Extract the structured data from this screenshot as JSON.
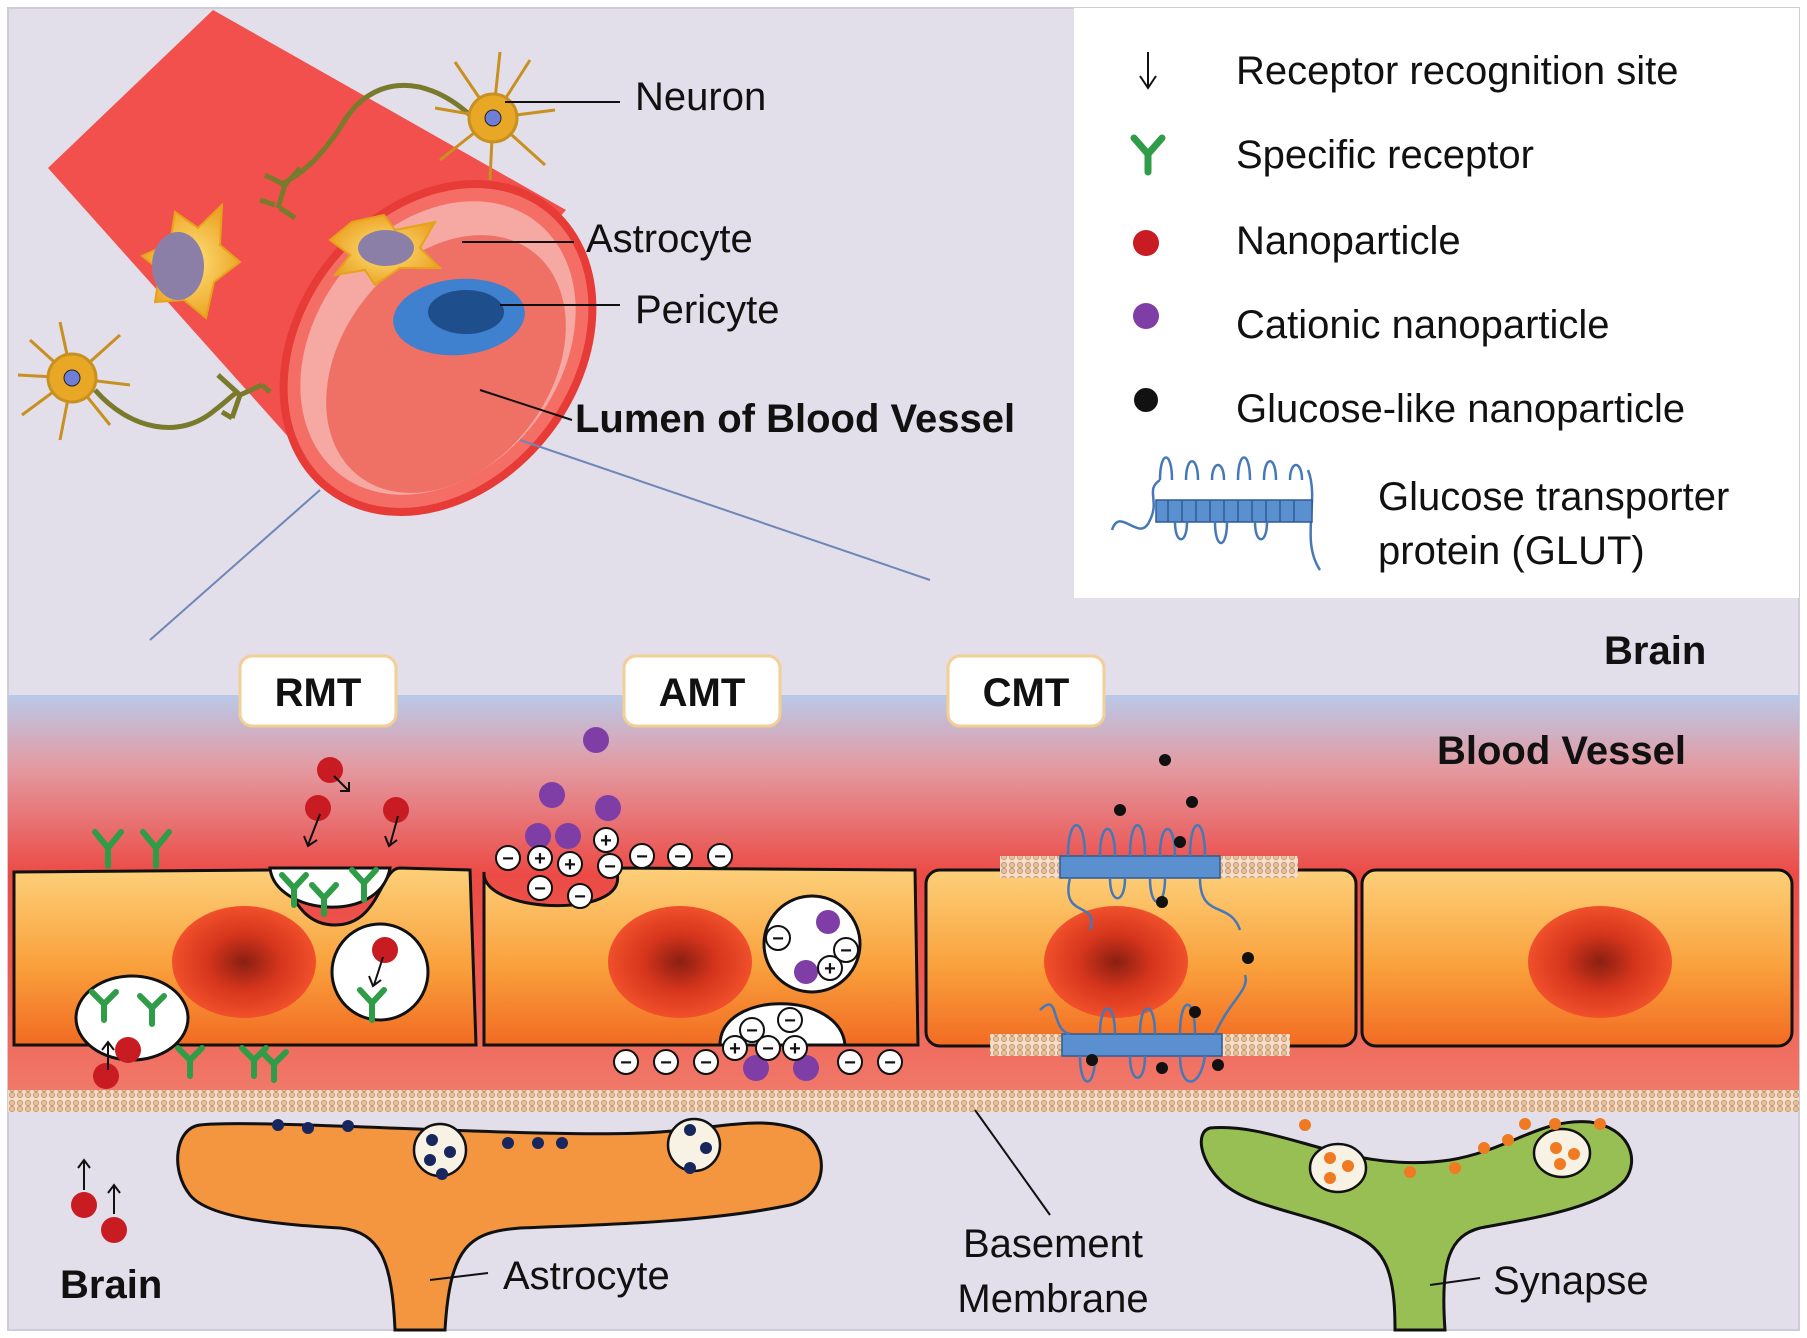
{
  "top_labels": {
    "neuron": "Neuron",
    "astrocyte": "Astrocyte",
    "pericyte": "Pericyte",
    "lumen": "Lumen of Blood Vessel"
  },
  "legend": {
    "receptor_site": "Receptor recognition site",
    "specific_receptor": "Specific receptor",
    "nanoparticle": "Nanoparticle",
    "cationic_nanoparticle": "Cationic nanoparticle",
    "glucose_like": "Glucose-like nanoparticle",
    "glut_line1": "Glucose transporter",
    "glut_line2": "protein (GLUT)"
  },
  "mechanisms": {
    "rmt": "RMT",
    "amt": "AMT",
    "cmt": "CMT"
  },
  "regions": {
    "brain_top": "Brain",
    "blood_vessel": "Blood Vessel",
    "brain_bottom": "Brain"
  },
  "bottom_labels": {
    "astrocyte": "Astrocyte",
    "basement_line1": "Basement",
    "basement_line2": "Membrane",
    "synapse": "Synapse"
  },
  "charges": {
    "minus": "−",
    "plus": "+"
  },
  "colors": {
    "vessel": "#f25350",
    "nanoparticle": "#c81b22",
    "cationic": "#7e3ea6",
    "glucose": "#111111",
    "receptor": "#2f9c48",
    "glut": "#4678b8",
    "cell": "#f9a340",
    "astrocyte_foot": "#f4963f",
    "synapse": "#98bf53"
  }
}
